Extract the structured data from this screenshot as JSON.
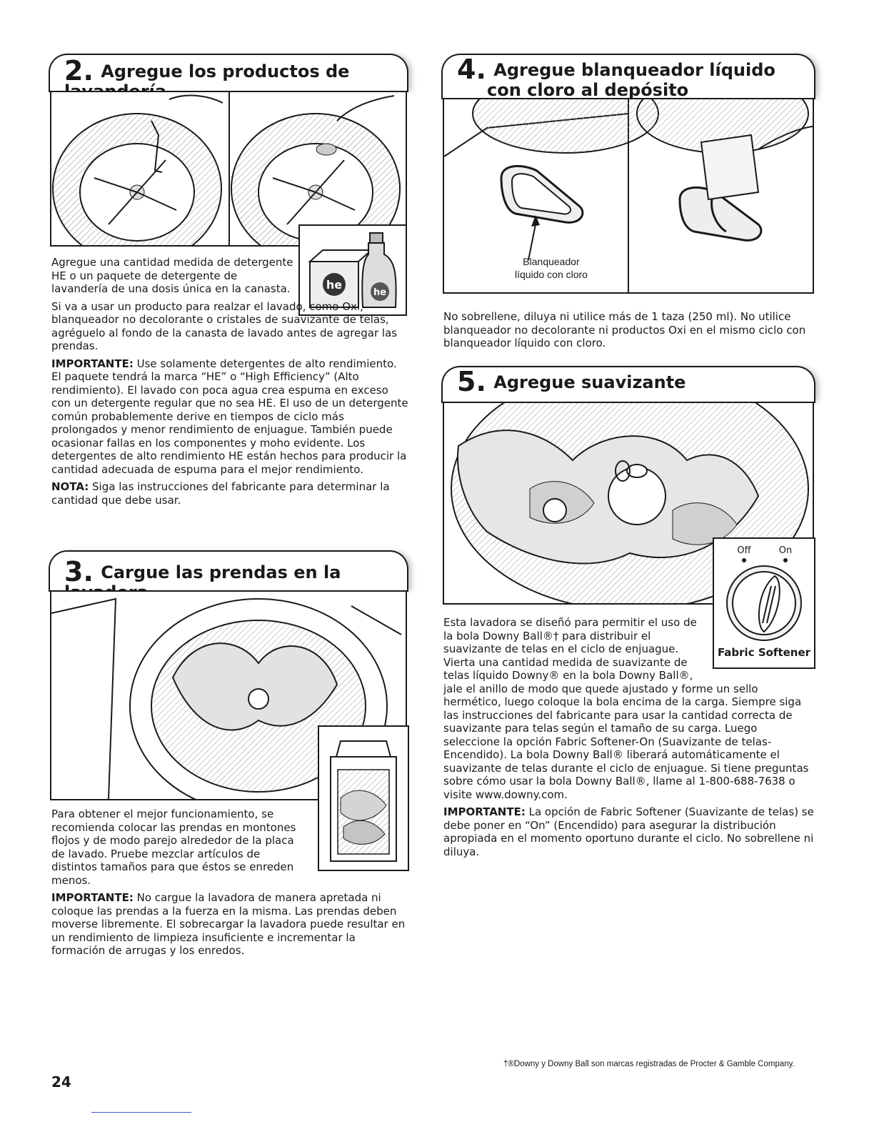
{
  "s2": {
    "num": "2.",
    "title": "Agregue los productos de lavandería",
    "p1": "Agregue una cantidad medida de detergente HE o un paquete de detergente de lavandería de una dosis única en la canasta.",
    "p2": "Si va a usar un producto para realzar el lavado, como Oxi, blanqueador no decolorante o cristales de suavizante de telas, agréguelo al fondo de la canasta de lavado antes de agregar las prendas.",
    "p3_label": "IMPORTANTE:",
    "p3": " Use solamente detergentes de alto rendimiento. El paquete tendrá la marca “HE” o “High Efficiency” (Alto rendimiento). El lavado con poca agua crea espuma en exceso con un detergente regular que no sea HE. El uso de un detergente común probablemente derive en tiempos de ciclo más prolongados y menor rendimiento de enjuague. También puede ocasionar fallas en los componentes y moho evidente. Los detergentes de alto rendimiento HE están hechos para producir la cantidad adecuada de espuma para el mejor rendimiento.",
    "p4_label": "NOTA:",
    "p4": " Siga las instrucciones del fabricante para determinar la cantidad que debe usar."
  },
  "s3": {
    "num": "3.",
    "title": "Cargue las prendas en la lavadora",
    "p1": "Para obtener el mejor funcionamiento, se recomienda colocar las prendas en montones flojos y de modo parejo alrededor de la placa de lavado. Pruebe mezclar artículos de distintos tamaños para que éstos se enreden menos.",
    "p2_label": "IMPORTANTE:",
    "p2": " No cargue la lavadora de manera apretada ni coloque las prendas a la fuerza en la misma. Las prendas deben moverse libremente. El sobrecargar la lavadora puede resultar en un rendimiento de limpieza insuficiente e incrementar la formación de arrugas y los enredos."
  },
  "s4": {
    "num": "4.",
    "title_line1": "Agregue blanqueador líquido",
    "title_line2": "con cloro al depósito",
    "callout_line1": "Blanqueador",
    "callout_line2": "líquido con cloro",
    "p1": "No sobrellene, diluya ni utilice más de 1 taza (250 ml). No utilice blanqueador no decolorante ni productos Oxi en el mismo ciclo con blanqueador líquido con cloro."
  },
  "s5": {
    "num": "5.",
    "title": "Agregue suavizante",
    "knob_off": "Off",
    "knob_on": "On",
    "knob_label": "Fabric Softener",
    "p1": "Esta lavadora se diseñó para permitir el uso de la bola Downy Ball®† para distribuir el suavizante de telas en el ciclo de enjuague. Vierta una cantidad medida de suavizante de telas líquido Downy® en la bola Downy Ball®, jale el anillo de modo que quede ajustado y forme un sello hermético, luego coloque la bola encima de la carga. Siempre siga las instrucciones del fabricante para usar la cantidad correcta de suavizante para telas según el tamaño de su carga. Luego seleccione la opción Fabric Softener-On (Suavizante de telas-Encendido). La bola Downy Ball® liberará automáticamente el suavizante de telas durante el ciclo de enjuague. Si tiene preguntas sobre cómo usar la bola Downy Ball®, llame al 1-800-688-7638 o visite www.downy.com.",
    "p2_label": "IMPORTANTE:",
    "p2": " La opción de Fabric Softener (Suavizante de telas) se debe poner en “On” (Encendido) para asegurar la distribución apropiada en el momento oportuno durante el ciclo. No sobrellene ni diluya."
  },
  "inset_labels": {
    "he": "he"
  },
  "footnote": "†®Downy y Downy Ball son marcas registradas de Procter & Gamble Company.",
  "page_number": "24"
}
